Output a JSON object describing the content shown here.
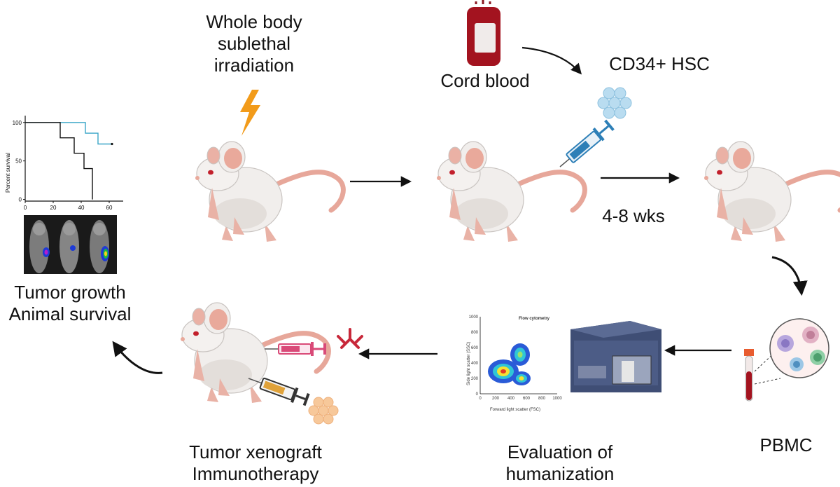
{
  "labels": {
    "irradiation": [
      "Whole body",
      "sublethal",
      "irradiation"
    ],
    "cord_blood": "Cord blood",
    "hsc": "CD34+ HSC",
    "weeks": "4-8 wks",
    "pbmc": "PBMC",
    "evaluation": [
      "Evaluation of",
      "humanization"
    ],
    "xenograft": [
      "Tumor xenograft",
      "Immunotherapy"
    ],
    "outcome": [
      "Tumor growth",
      "Animal survival"
    ]
  },
  "survival_plot": {
    "ylabel": "Percent survival",
    "yticks": [
      "100",
      "50",
      "0"
    ],
    "xticks": [
      "0",
      "20",
      "40",
      "60"
    ],
    "xlim": [
      0,
      70
    ],
    "ylim": [
      0,
      100
    ],
    "colors": {
      "treated": "#3aa6c8",
      "control": "#111111"
    },
    "series": [
      {
        "color": "#3aa6c8",
        "points": [
          [
            0,
            100
          ],
          [
            25,
            100
          ],
          [
            25,
            100
          ],
          [
            43,
            100
          ],
          [
            43,
            86
          ],
          [
            52,
            86
          ],
          [
            52,
            72
          ],
          [
            62,
            72
          ]
        ]
      },
      {
        "color": "#111111",
        "points": [
          [
            0,
            100
          ],
          [
            25,
            100
          ],
          [
            25,
            80
          ],
          [
            35,
            80
          ],
          [
            35,
            60
          ],
          [
            42,
            60
          ],
          [
            42,
            40
          ],
          [
            48,
            40
          ],
          [
            48,
            0
          ]
        ]
      }
    ]
  },
  "flow_plot": {
    "title": "Flow cytometry",
    "xlabel": "Forward light scatter (FSC)",
    "ylabel": "Side light scatter (SSC)",
    "yticks": [
      "1000",
      "800",
      "600",
      "400",
      "200",
      "0"
    ],
    "xticks": [
      "0",
      "200",
      "400",
      "600",
      "800",
      "1000"
    ]
  },
  "colors": {
    "mouse_body": "#f1eeec",
    "mouse_ear": "#e9a99b",
    "lightning": "#f29b1a",
    "blood_bag": "#a3131f",
    "syringe_blue": "#2d7fb7",
    "syringe_pink": "#d94a78",
    "syringe_yellow": "#e0a23a",
    "antibody": "#c8283a",
    "cells_blue": "#b9dcf0",
    "cells_orange": "#f7c89a",
    "arrow": "#111111"
  }
}
